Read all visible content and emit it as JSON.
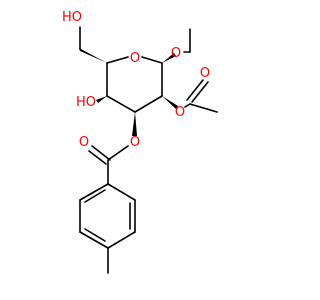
{
  "molecule": {
    "atom_labels": {
      "ch2oh_oh": "HO",
      "ring_o": "O",
      "methoxy_o": "O",
      "oh4": "HO",
      "acetyl_ester_o": "O",
      "acetyl_carbonyl_o": "O",
      "benzoyl_carbonyl_o": "O",
      "benzoyl_ester_o": "O"
    },
    "colors": {
      "bond": "#000000",
      "oxygen": "#ff0000",
      "background": "#ffffff"
    }
  }
}
